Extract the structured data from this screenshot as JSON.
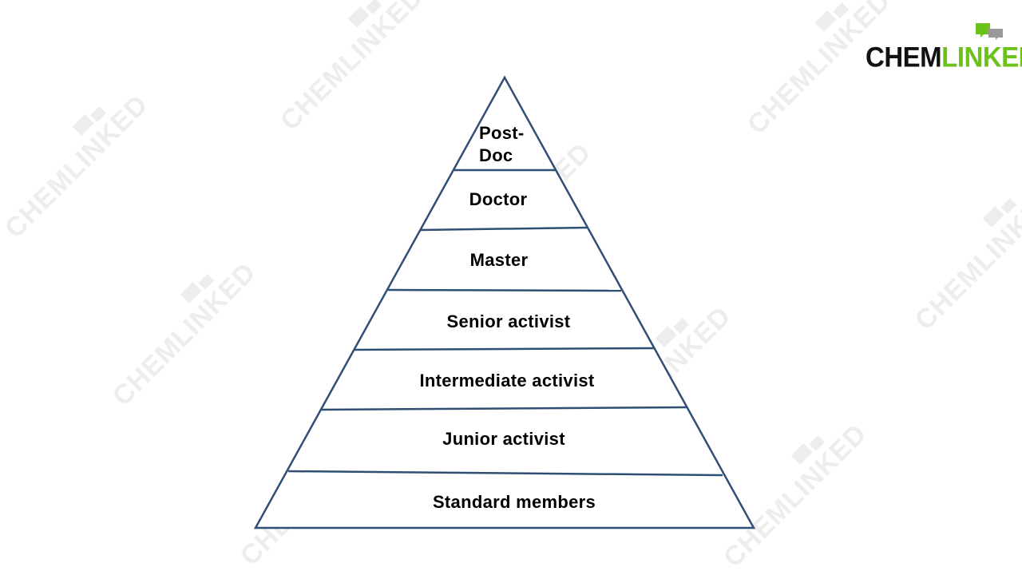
{
  "brand": {
    "logo_part_a": "CHEM",
    "logo_part_b": "LINKED",
    "watermark_text": "CHEMLINKED",
    "colors": {
      "dark": "#111111",
      "green": "#6cc219",
      "grey": "#9a9a9a",
      "outline": "#2f4f74"
    }
  },
  "pyramid": {
    "tiers": [
      {
        "label_line1": "Post-",
        "label_line2": "Doc"
      },
      {
        "label": "Doctor"
      },
      {
        "label": "Master"
      },
      {
        "label": "Senior activist"
      },
      {
        "label": "Intermediate activist"
      },
      {
        "label": "Junior activist"
      },
      {
        "label": "Standard members"
      }
    ]
  }
}
